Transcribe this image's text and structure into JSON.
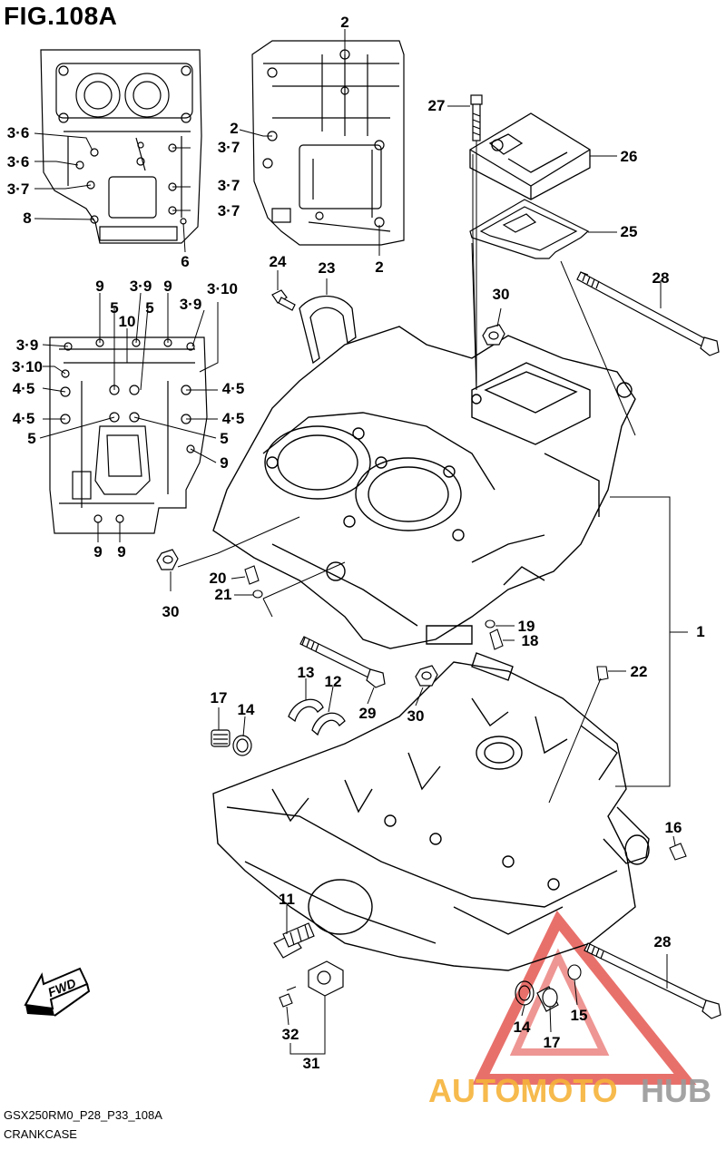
{
  "figure": {
    "title": "FIG.108A",
    "code": "GSX250RM0_P28_P33_108A",
    "name": "CRANKCASE"
  },
  "fwd_label": "FWD",
  "watermark": {
    "text_part1": "AUTOMOTO",
    "text_part2": "HUB",
    "color_red": "#e0403a",
    "color_orange": "#f6b33a",
    "color_gray": "#9a9a9a"
  },
  "callouts": [
    {
      "id": "c1",
      "text": "1"
    },
    {
      "id": "c2a",
      "text": "2"
    },
    {
      "id": "c2b",
      "text": "2"
    },
    {
      "id": "c2c",
      "text": "2"
    },
    {
      "id": "c3-6a",
      "text": "3·6"
    },
    {
      "id": "c3-6b",
      "text": "3·6"
    },
    {
      "id": "c3-7a",
      "text": "3·7"
    },
    {
      "id": "c3-7b",
      "text": "3·7"
    },
    {
      "id": "c3-7c",
      "text": "3·7"
    },
    {
      "id": "c3-7d",
      "text": "3·7"
    },
    {
      "id": "c8",
      "text": "8"
    },
    {
      "id": "c6",
      "text": "6"
    },
    {
      "id": "c27",
      "text": "27"
    },
    {
      "id": "c26",
      "text": "26"
    },
    {
      "id": "c25",
      "text": "25"
    },
    {
      "id": "c28a",
      "text": "28"
    },
    {
      "id": "c28b",
      "text": "28"
    },
    {
      "id": "c30a",
      "text": "30"
    },
    {
      "id": "c30b",
      "text": "30"
    },
    {
      "id": "c30c",
      "text": "30"
    },
    {
      "id": "c24",
      "text": "24"
    },
    {
      "id": "c23",
      "text": "23"
    },
    {
      "id": "c9a",
      "text": "9"
    },
    {
      "id": "c3-9a",
      "text": "3·9"
    },
    {
      "id": "c9b",
      "text": "9"
    },
    {
      "id": "c3-10a",
      "text": "3·10"
    },
    {
      "id": "c5a",
      "text": "5"
    },
    {
      "id": "c5b",
      "text": "5"
    },
    {
      "id": "c3-9b",
      "text": "3·9"
    },
    {
      "id": "c10",
      "text": "10"
    },
    {
      "id": "c3-9c",
      "text": "3·9"
    },
    {
      "id": "c3-10b",
      "text": "3·10"
    },
    {
      "id": "c4-5a",
      "text": "4·5"
    },
    {
      "id": "c4-5b",
      "text": "4·5"
    },
    {
      "id": "c4-5c",
      "text": "4·5"
    },
    {
      "id": "c4-5d",
      "text": "4·5"
    },
    {
      "id": "c5c",
      "text": "5"
    },
    {
      "id": "c5d",
      "text": "5"
    },
    {
      "id": "c9c",
      "text": "9"
    },
    {
      "id": "c9d",
      "text": "9"
    },
    {
      "id": "c9e",
      "text": "9"
    },
    {
      "id": "c20",
      "text": "20"
    },
    {
      "id": "c21",
      "text": "21"
    },
    {
      "id": "c19",
      "text": "19"
    },
    {
      "id": "c18",
      "text": "18"
    },
    {
      "id": "c13",
      "text": "13"
    },
    {
      "id": "c12",
      "text": "12"
    },
    {
      "id": "c29",
      "text": "29"
    },
    {
      "id": "c22",
      "text": "22"
    },
    {
      "id": "c17a",
      "text": "17"
    },
    {
      "id": "c14a",
      "text": "14"
    },
    {
      "id": "c16",
      "text": "16"
    },
    {
      "id": "c11",
      "text": "11"
    },
    {
      "id": "c14b",
      "text": "14"
    },
    {
      "id": "c15",
      "text": "15"
    },
    {
      "id": "c17b",
      "text": "17"
    },
    {
      "id": "c32",
      "text": "32"
    },
    {
      "id": "c31",
      "text": "31"
    }
  ]
}
